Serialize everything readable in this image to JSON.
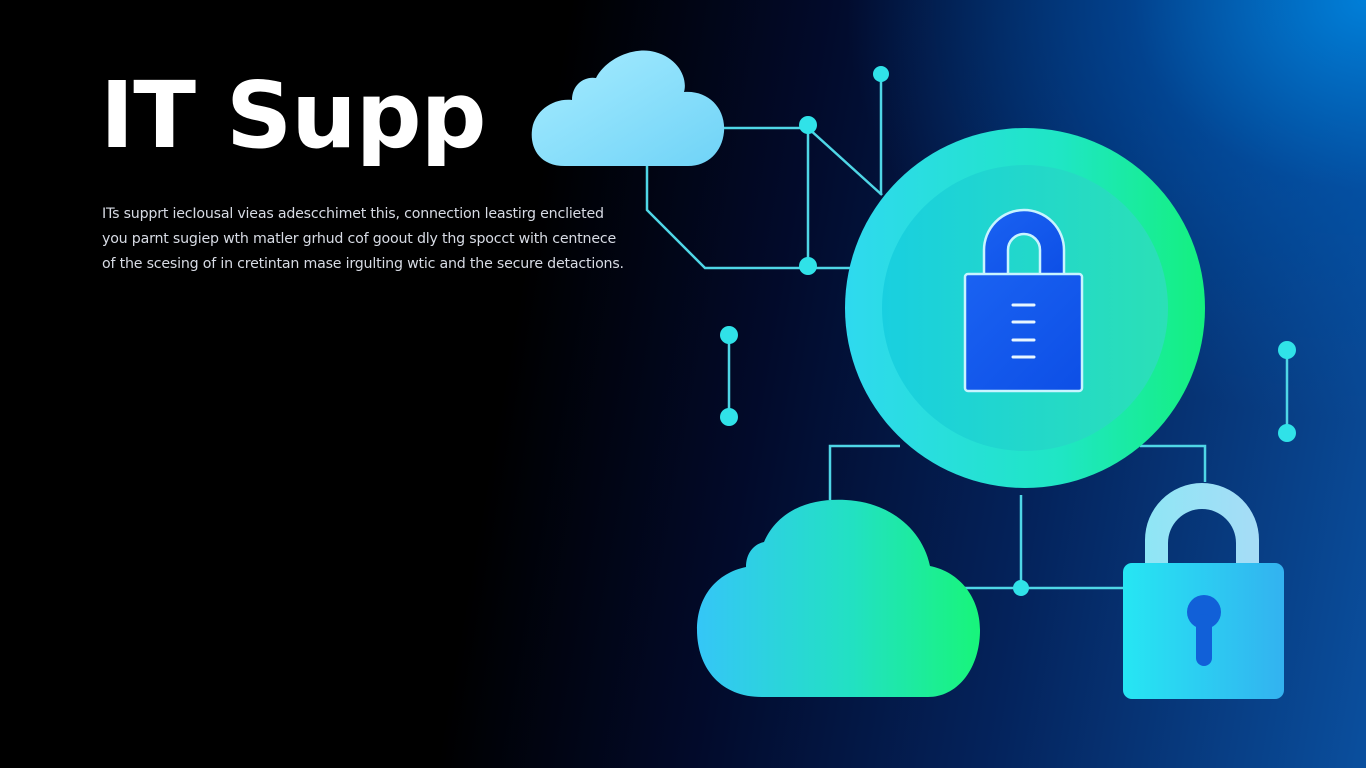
{
  "hero": {
    "title": "IT Supp",
    "description": "ITs supprt iecIousal vieas adescchimet this, connection leastirg enclieted you parnt sugiep wth matler grhud cof goout dly thg spocct with centnece of the scesing of in cretintan mase irgulting wtic and the secure detactions."
  },
  "illustration": {
    "icons": [
      "cloud-icon-top",
      "padlock-icon-center",
      "cloud-icon-bottom",
      "padlock-icon-bottom-right"
    ],
    "colors": {
      "background_dark": "#000000",
      "background_blue": "#0a4f9e",
      "accent_cyan": "#3fe0e8",
      "accent_green": "#19f08a",
      "lock_blue": "#1b5ef0",
      "cloud_light": "#8fe3ff"
    }
  }
}
